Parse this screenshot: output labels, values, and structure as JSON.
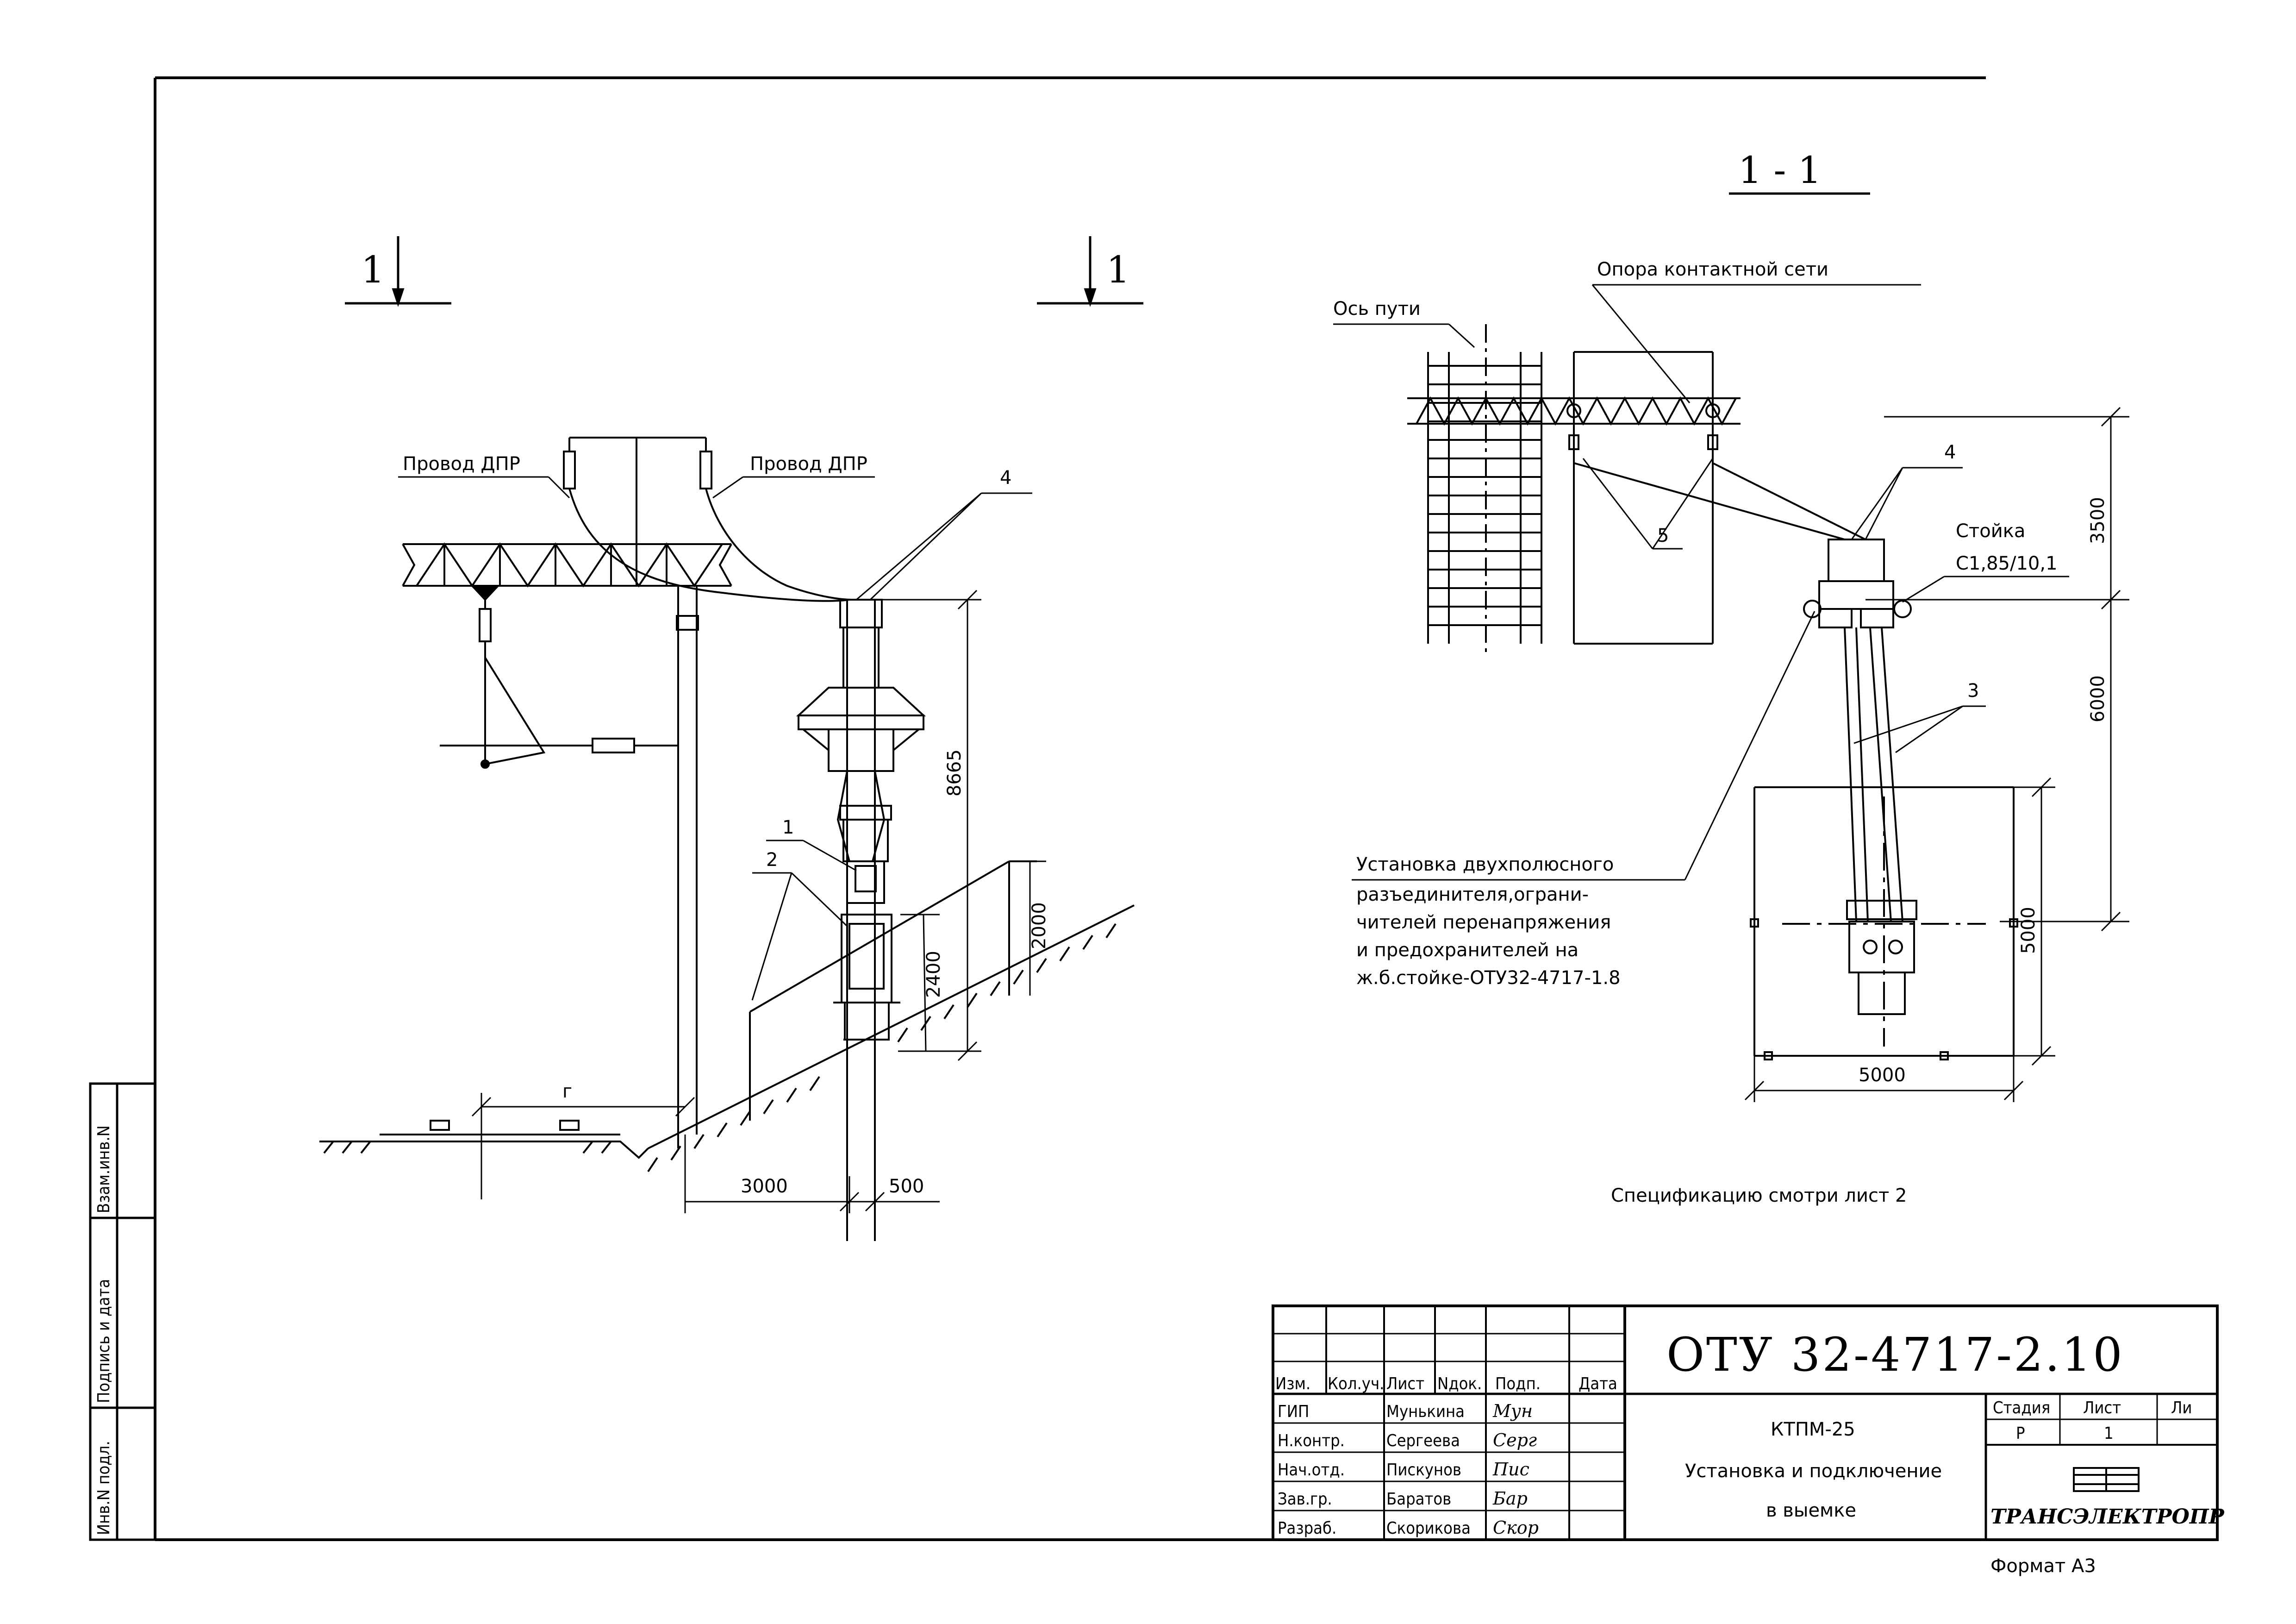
{
  "section_marks": {
    "left": "1",
    "right": "1",
    "section_title": "1 - 1"
  },
  "left_view": {
    "wire_left": "Провод ДПР",
    "wire_right": "Провод ДПР",
    "callout_1": "1",
    "callout_2": "2",
    "callout_4": "4",
    "dim_8665": "8665",
    "dim_2000": "2000",
    "dim_2400": "2400",
    "dim_3000": "3000",
    "dim_500": "500",
    "dim_g": "г"
  },
  "plan_view": {
    "track_axis": "Ось пути",
    "catenary_support": "Опора контактной сети",
    "callout_4": "4",
    "callout_5": "5",
    "callout_3": "3",
    "rack_label": "Стойка",
    "rack_type": "С1,85/10,1",
    "dim_3500": "3500",
    "dim_6000": "6000",
    "dim_5000_v": "5000",
    "dim_5000_h": "5000",
    "install_title": "Установка двухполюсного",
    "install_lines": [
      "разъединителя,ограни-",
      "чителей перенапряжения",
      "и предохранителей на",
      "ж.б.стойке-ОТУ32-4717-1.8"
    ]
  },
  "spec_note": "Спецификацию смотри лист 2",
  "side_stamp": {
    "a": "Инв.N подл.",
    "b": "Подпись и дата",
    "c": "Взам.инв.N"
  },
  "title_block": {
    "code": "ОТУ  32-4717-2.10",
    "headers": [
      "Изм.",
      "Кол.уч.",
      "Лист",
      "Nдок.",
      "Подп.",
      "Дата"
    ],
    "roles": [
      {
        "role": "ГИП",
        "name": "Мунькина",
        "sign": "Мун"
      },
      {
        "role": "Н.контр.",
        "name": "Сергеева",
        "sign": "Серг"
      },
      {
        "role": "Нач.отд.",
        "name": "Пискунов",
        "sign": "Пис"
      },
      {
        "role": "Зав.гр.",
        "name": "Баратов",
        "sign": "Бар"
      },
      {
        "role": "Разраб.",
        "name": "Скорикова",
        "sign": "Скор"
      }
    ],
    "product": "КТПМ-25",
    "desc_line1": "Установка и подключение",
    "desc_line2": "в выемке",
    "stage_header": "Стадия",
    "sheet_header": "Лист",
    "sheets_header": "Ли",
    "stage": "Р",
    "sheet": "1",
    "org": "ТРАНСЭЛЕКТРОПР",
    "format": "Формат А3"
  }
}
